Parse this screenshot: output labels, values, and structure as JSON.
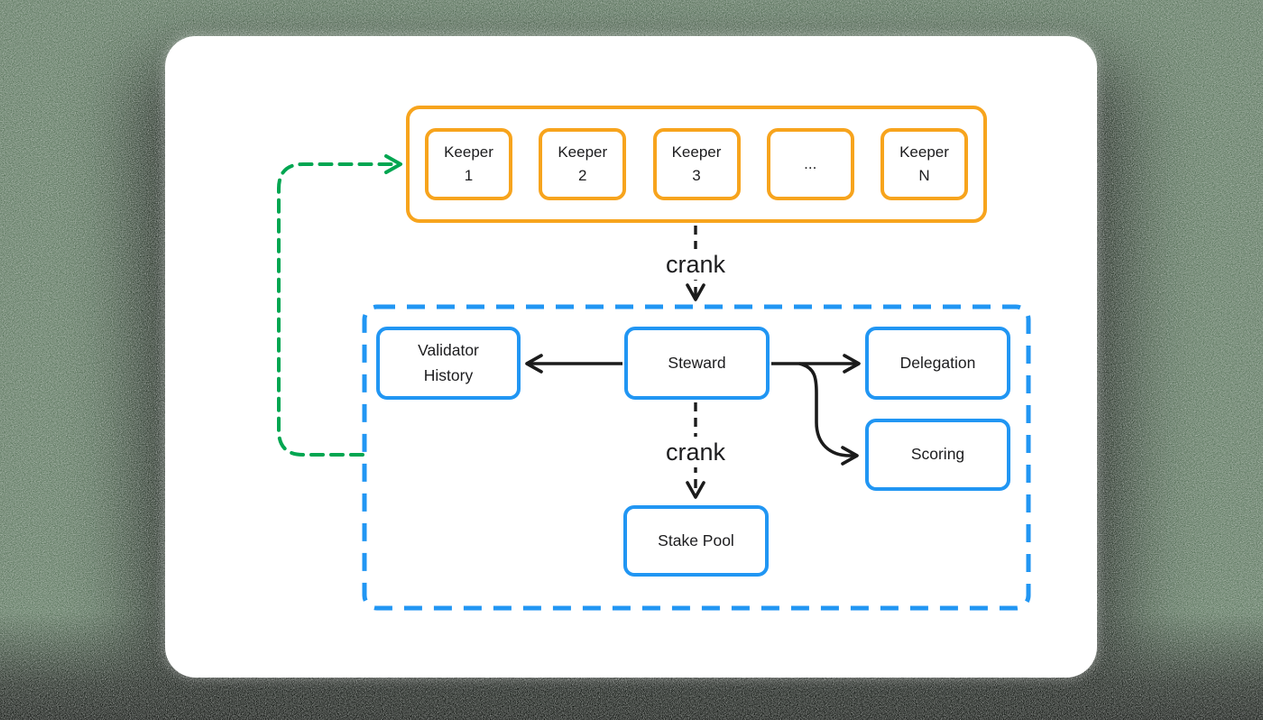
{
  "diagram": {
    "keeper_cluster": {
      "keepers": [
        {
          "label": "Keeper\n1"
        },
        {
          "label": "Keeper\n2"
        },
        {
          "label": "Keeper\n3"
        },
        {
          "label": "..."
        },
        {
          "label": "Keeper\nN"
        }
      ]
    },
    "crank_top": {
      "label": "crank"
    },
    "crank_bottom": {
      "label": "crank"
    },
    "program_cluster": {
      "nodes": {
        "validator_history": {
          "label": "Validator\nHistory"
        },
        "steward": {
          "label": "Steward"
        },
        "delegation": {
          "label": "Delegation"
        },
        "scoring": {
          "label": "Scoring"
        },
        "stake_pool": {
          "label": "Stake Pool"
        }
      }
    },
    "colors": {
      "keeper_border": "#F7A41D",
      "program_border": "#2196F3",
      "feedback_arrow": "#00A651",
      "flow_arrow": "#1B1B1B",
      "card_bg": "#FFFFFF",
      "backdrop": "#5E7B61"
    }
  }
}
